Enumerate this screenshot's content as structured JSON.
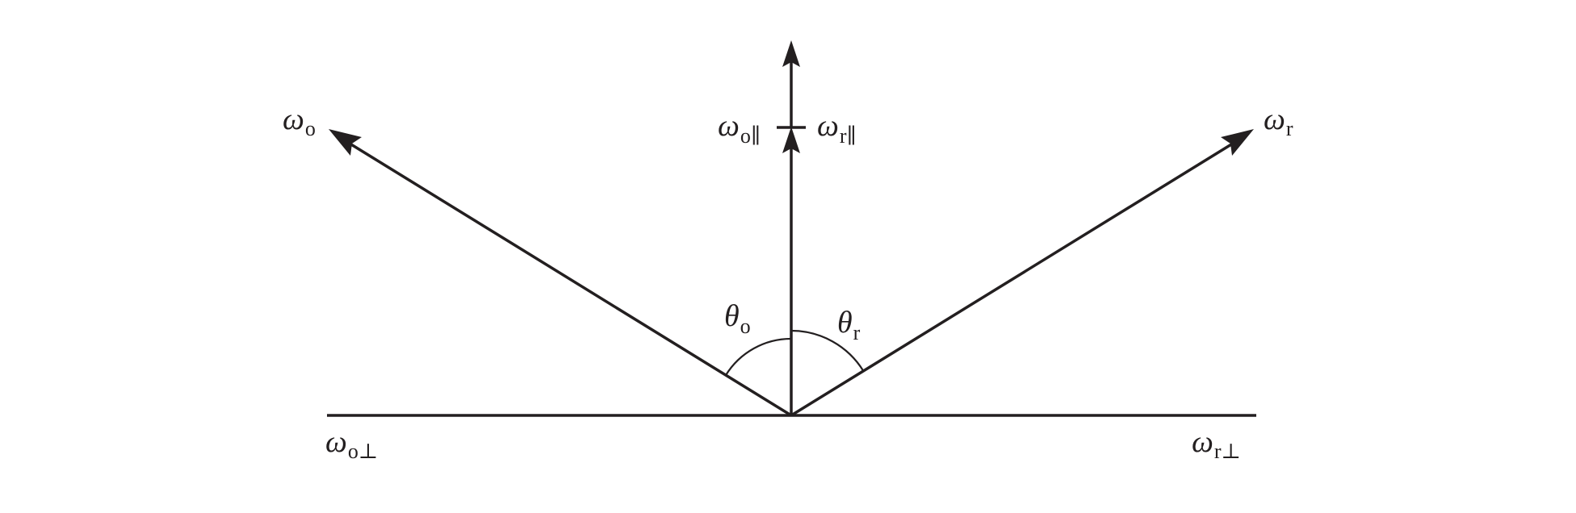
{
  "labels": {
    "omega_o": {
      "symbol": "ω",
      "sub": "o"
    },
    "omega_r": {
      "symbol": "ω",
      "sub": "r"
    },
    "omega_o_par": {
      "symbol": "ω",
      "sub": "o∥"
    },
    "omega_r_par": {
      "symbol": "ω",
      "sub": "r∥"
    },
    "theta_o": {
      "symbol": "θ",
      "sub": "o"
    },
    "theta_r": {
      "symbol": "θ",
      "sub": "r"
    },
    "omega_o_perp": {
      "symbol": "ω",
      "sub": "o⊥"
    },
    "omega_r_perp": {
      "symbol": "ω",
      "sub": "r⊥"
    }
  },
  "colors": {
    "ink": "#231f20",
    "background": "#ffffff"
  }
}
